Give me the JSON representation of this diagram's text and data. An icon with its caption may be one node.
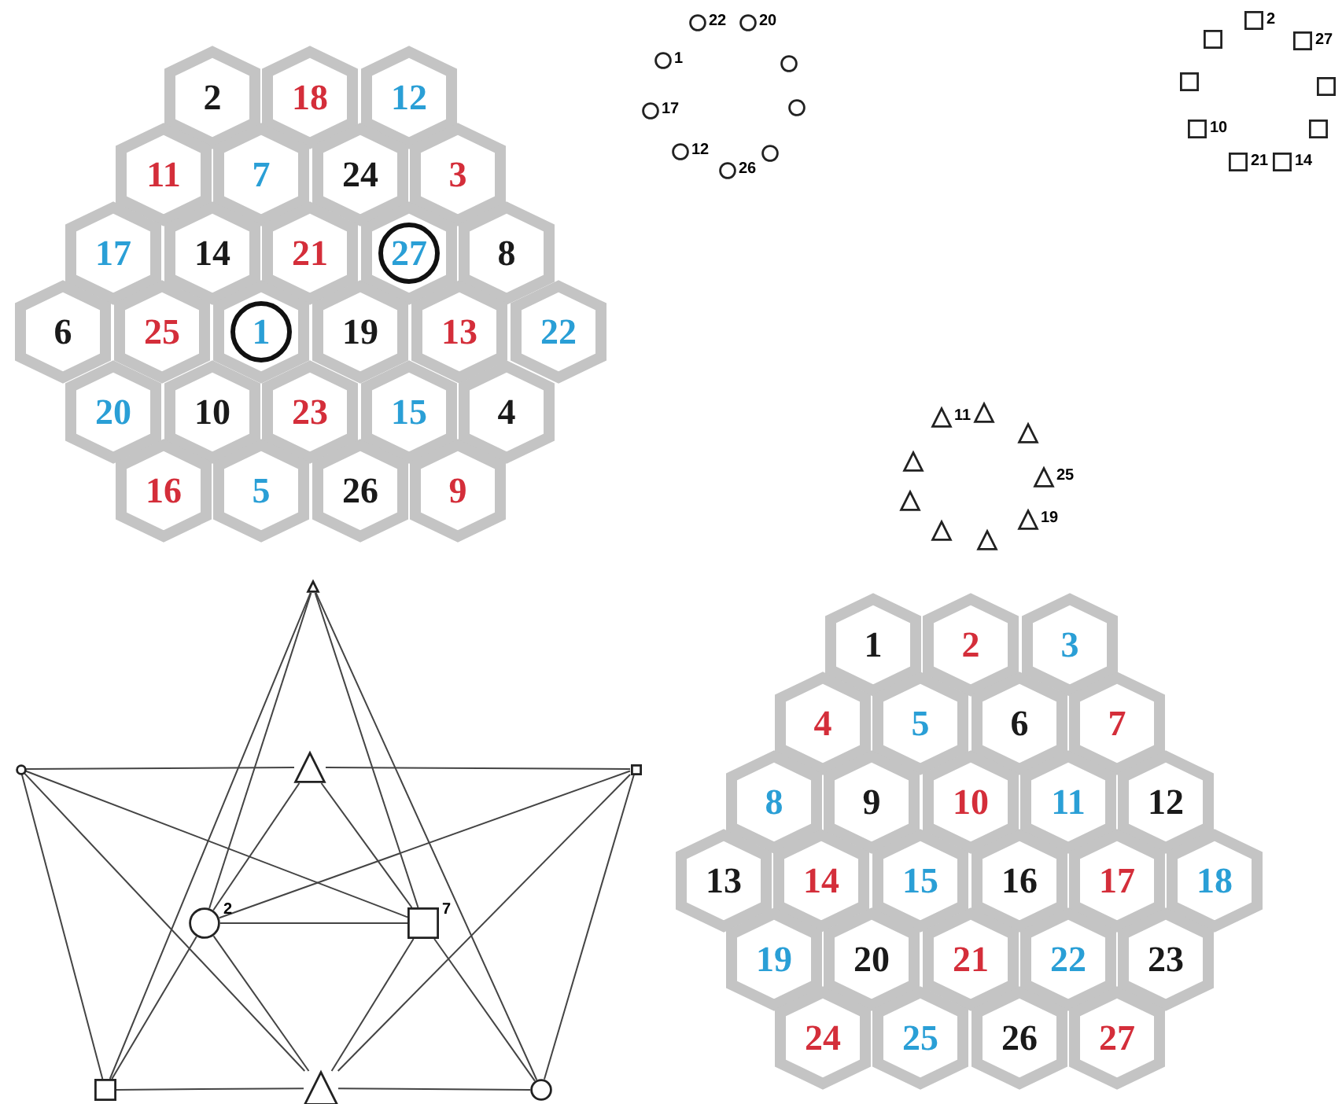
{
  "diagram": {
    "nodes": [
      {
        "text": [
          "2"
        ]
      },
      {
        "text": [
          "18"
        ]
      },
      {
        "text": [
          "12"
        ]
      },
      {
        "text": [
          "11"
        ]
      },
      {
        "text": [
          "7"
        ]
      },
      {
        "text": [
          "24"
        ]
      },
      {
        "text": [
          "3"
        ]
      },
      {
        "text": [
          "17"
        ]
      },
      {
        "text": [
          "14"
        ]
      },
      {
        "text": [
          "21"
        ]
      },
      {
        "text": [
          "27"
        ]
      },
      {
        "text": [
          "8"
        ]
      },
      {
        "text": [
          "6"
        ]
      },
      {
        "text": [
          "25"
        ]
      },
      {
        "text": [
          "1"
        ]
      },
      {
        "text": [
          "19"
        ]
      },
      {
        "text": [
          "13"
        ]
      },
      {
        "text": [
          "22"
        ]
      },
      {
        "text": [
          "20"
        ]
      },
      {
        "text": [
          "10"
        ]
      },
      {
        "text": [
          "23"
        ]
      },
      {
        "text": [
          "15"
        ]
      },
      {
        "text": [
          "4"
        ]
      },
      {
        "text": [
          "16"
        ]
      },
      {
        "text": [
          "5"
        ]
      },
      {
        "text": [
          "26"
        ]
      },
      {
        "text": [
          "9"
        ]
      },
      {
        "text": [
          "22"
        ]
      },
      {
        "text": [
          "20"
        ]
      },
      {
        "text": [
          "1"
        ]
      },
      {
        "text": [],
        "shape": "circle"
      },
      {
        "text": [
          "17"
        ]
      },
      {
        "text": [],
        "shape": "circle"
      },
      {
        "text": [
          "12"
        ]
      },
      {
        "text": [],
        "shape": "circle"
      },
      {
        "text": [
          "26"
        ]
      },
      {
        "text": [
          "2"
        ]
      },
      {
        "text": [],
        "shape": "box"
      },
      {
        "text": [
          "27"
        ]
      },
      {
        "text": [],
        "shape": "box"
      },
      {
        "text": [],
        "shape": "box"
      },
      {
        "text": [
          "10"
        ]
      },
      {
        "text": [],
        "shape": "box"
      },
      {
        "text": [
          "21"
        ]
      },
      {
        "text": [
          "14"
        ]
      },
      {
        "text": [
          "11"
        ]
      },
      {
        "text": [],
        "shape": "triangle"
      },
      {
        "text": [],
        "shape": "triangle"
      },
      {
        "text": [],
        "shape": "triangle"
      },
      {
        "text": [
          "25"
        ]
      },
      {
        "text": [],
        "shape": "triangle"
      },
      {
        "text": [
          "19"
        ]
      },
      {
        "text": [],
        "shape": "triangle"
      },
      {
        "text": [],
        "shape": "triangle"
      },
      {
        "text": [],
        "shape": "triangle"
      },
      {
        "text": [],
        "shape": "circle"
      },
      {
        "text": [],
        "shape": "triangle"
      },
      {
        "text": [],
        "shape": "box"
      },
      {
        "text": [],
        "shape": "circle",
        "beside": [
          "2"
        ]
      },
      {
        "text": [],
        "shape": "box",
        "beside": [
          "7"
        ]
      },
      {
        "text": [],
        "shape": "box"
      },
      {
        "text": [],
        "shape": "triangle"
      },
      {
        "text": [],
        "shape": "circle"
      },
      {
        "text": [
          "1"
        ]
      },
      {
        "text": [
          "2"
        ]
      },
      {
        "text": [
          "3"
        ]
      },
      {
        "text": [
          "4"
        ]
      },
      {
        "text": [
          "5"
        ]
      },
      {
        "text": [
          "6"
        ]
      },
      {
        "text": [
          "7"
        ]
      },
      {
        "text": [
          "8"
        ]
      },
      {
        "text": [
          "9"
        ]
      },
      {
        "text": [
          "10"
        ]
      },
      {
        "text": [
          "11"
        ]
      },
      {
        "text": [
          "12"
        ]
      },
      {
        "text": [
          "13"
        ]
      },
      {
        "text": [
          "14"
        ]
      },
      {
        "text": [
          "15"
        ]
      },
      {
        "text": [
          "16"
        ]
      },
      {
        "text": [
          "17"
        ]
      },
      {
        "text": [
          "18"
        ]
      },
      {
        "text": [
          "19"
        ]
      },
      {
        "text": [
          "20"
        ]
      },
      {
        "text": [
          "21"
        ]
      },
      {
        "text": [
          "22"
        ]
      },
      {
        "text": [
          "23"
        ]
      },
      {
        "text": [
          "24"
        ]
      },
      {
        "text": [
          "25"
        ]
      },
      {
        "text": [
          "26"
        ]
      },
      {
        "text": [
          "27"
        ]
      }
    ],
    "edges": [
      {
        "from": 54,
        "to": 58,
        "arrow": "none"
      },
      {
        "from": 54,
        "to": 60,
        "arrow": "none"
      },
      {
        "from": 54,
        "to": 59,
        "arrow": "none"
      },
      {
        "from": 54,
        "to": 62,
        "arrow": "none"
      },
      {
        "from": 55,
        "to": 56,
        "arrow": "none"
      },
      {
        "from": 56,
        "to": 57,
        "arrow": "none"
      },
      {
        "from": 55,
        "to": 60,
        "arrow": "none"
      },
      {
        "from": 55,
        "to": 61,
        "arrow": "none"
      },
      {
        "from": 55,
        "to": 59,
        "arrow": "none"
      },
      {
        "from": 57,
        "to": 62,
        "arrow": "none"
      },
      {
        "from": 57,
        "to": 61,
        "arrow": "none"
      },
      {
        "from": 57,
        "to": 58,
        "arrow": "none"
      },
      {
        "from": 56,
        "to": 58,
        "arrow": "none"
      },
      {
        "from": 56,
        "to": 59,
        "arrow": "none"
      },
      {
        "from": 58,
        "to": 59,
        "arrow": "none"
      },
      {
        "from": 58,
        "to": 60,
        "arrow": "none"
      },
      {
        "from": 58,
        "to": 61,
        "arrow": "none"
      },
      {
        "from": 59,
        "to": 61,
        "arrow": "none"
      },
      {
        "from": 59,
        "to": 62,
        "arrow": "none"
      },
      {
        "from": 60,
        "to": 61,
        "arrow": "none"
      },
      {
        "from": 61,
        "to": 62,
        "arrow": "none"
      }
    ]
  }
}
